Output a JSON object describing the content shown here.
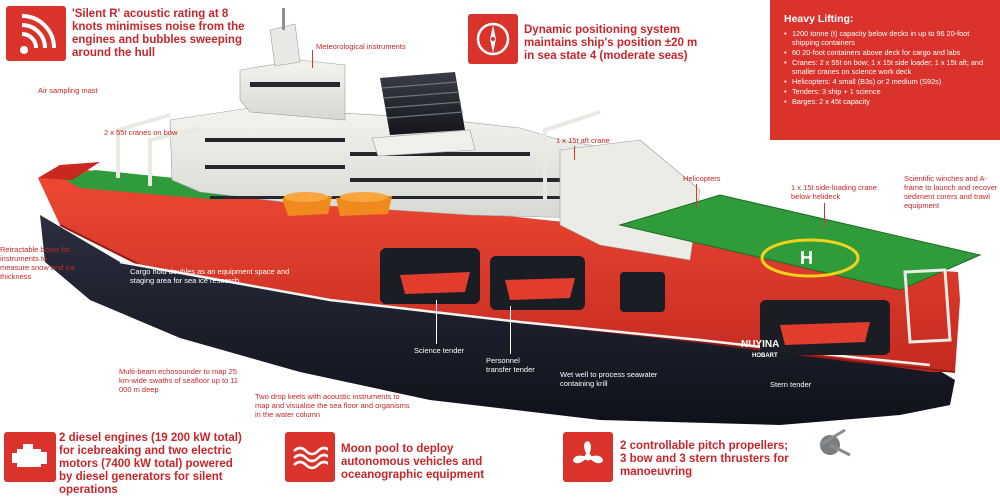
{
  "features": {
    "silent_r": "'Silent R' acoustic rating at 8 knots minimises noise from the engines and bubbles sweeping around the hull",
    "dynamic_positioning": "Dynamic positioning system maintains ship's position ±20 m in sea state 4 (moderate seas)",
    "diesel_engines": "2 diesel engines (19 200 kW total) for icebreaking and two electric motors (7400 kW total) powered by diesel generators for silent operations",
    "moon_pool": "Moon pool to deploy autonomous vehicles and oceanographic equipment",
    "propellers": "2 controllable pitch propellers; 3 bow and 3 stern thrusters for manoeuvring"
  },
  "heavy_lifting": {
    "title": "Heavy Lifting:",
    "items": [
      "1200 tonne (t) capacity below decks in up to 96 20-foot shipping containers",
      "60 20-foot containers above deck for cargo and labs",
      "Cranes: 2 x 55t on bow; 1 x 15t side loader; 1 x 15t aft; and smaller cranes on science work deck",
      "Helicopters: 4 small (B3s) or 2 medium (S92s)",
      "Tenders: 3 ship + 1 science",
      "Barges: 2 x 45t capacity"
    ]
  },
  "labels": {
    "air_sampling": "Air sampling mast",
    "meteorological": "Meteorological instruments",
    "bow_cranes": "2 x 55t cranes on bow",
    "aft_crane": "1 x 15t aft crane",
    "helicopters": "Helicopters",
    "side_crane": "1 x 15t side-loading crane below helideck",
    "winches": "Scientific winches and A-frame to launch and recover sediment corers and trawl equipment",
    "boom": "Retractable boom for instruments to measure snow and ice thickness",
    "cargo_hold": "Cargo hold doubles as an equipment space and staging area for sea ice research",
    "science_tender": "Science tender",
    "personnel_tender": "Personnel transfer tender",
    "wet_well": "Wet well to process seawater containing krill",
    "stern_tender": "Stern tender",
    "echosounder": "Multi-beam echosounder to map 25 km-wide swaths of seafloor up to 11 000 m deep",
    "drop_keels": "Two drop keels with acoustic instruments to map and visualise the sea floor and organisms in the water column"
  },
  "ship": {
    "name": "NUYINA",
    "port": "HOBART"
  },
  "colors": {
    "accent_red": "#d9332b",
    "hull_red": "#e03a2c",
    "hull_dark": "#1a1c28",
    "deck_green": "#2f9b3a",
    "helipad_yellow": "#f2d21b"
  }
}
